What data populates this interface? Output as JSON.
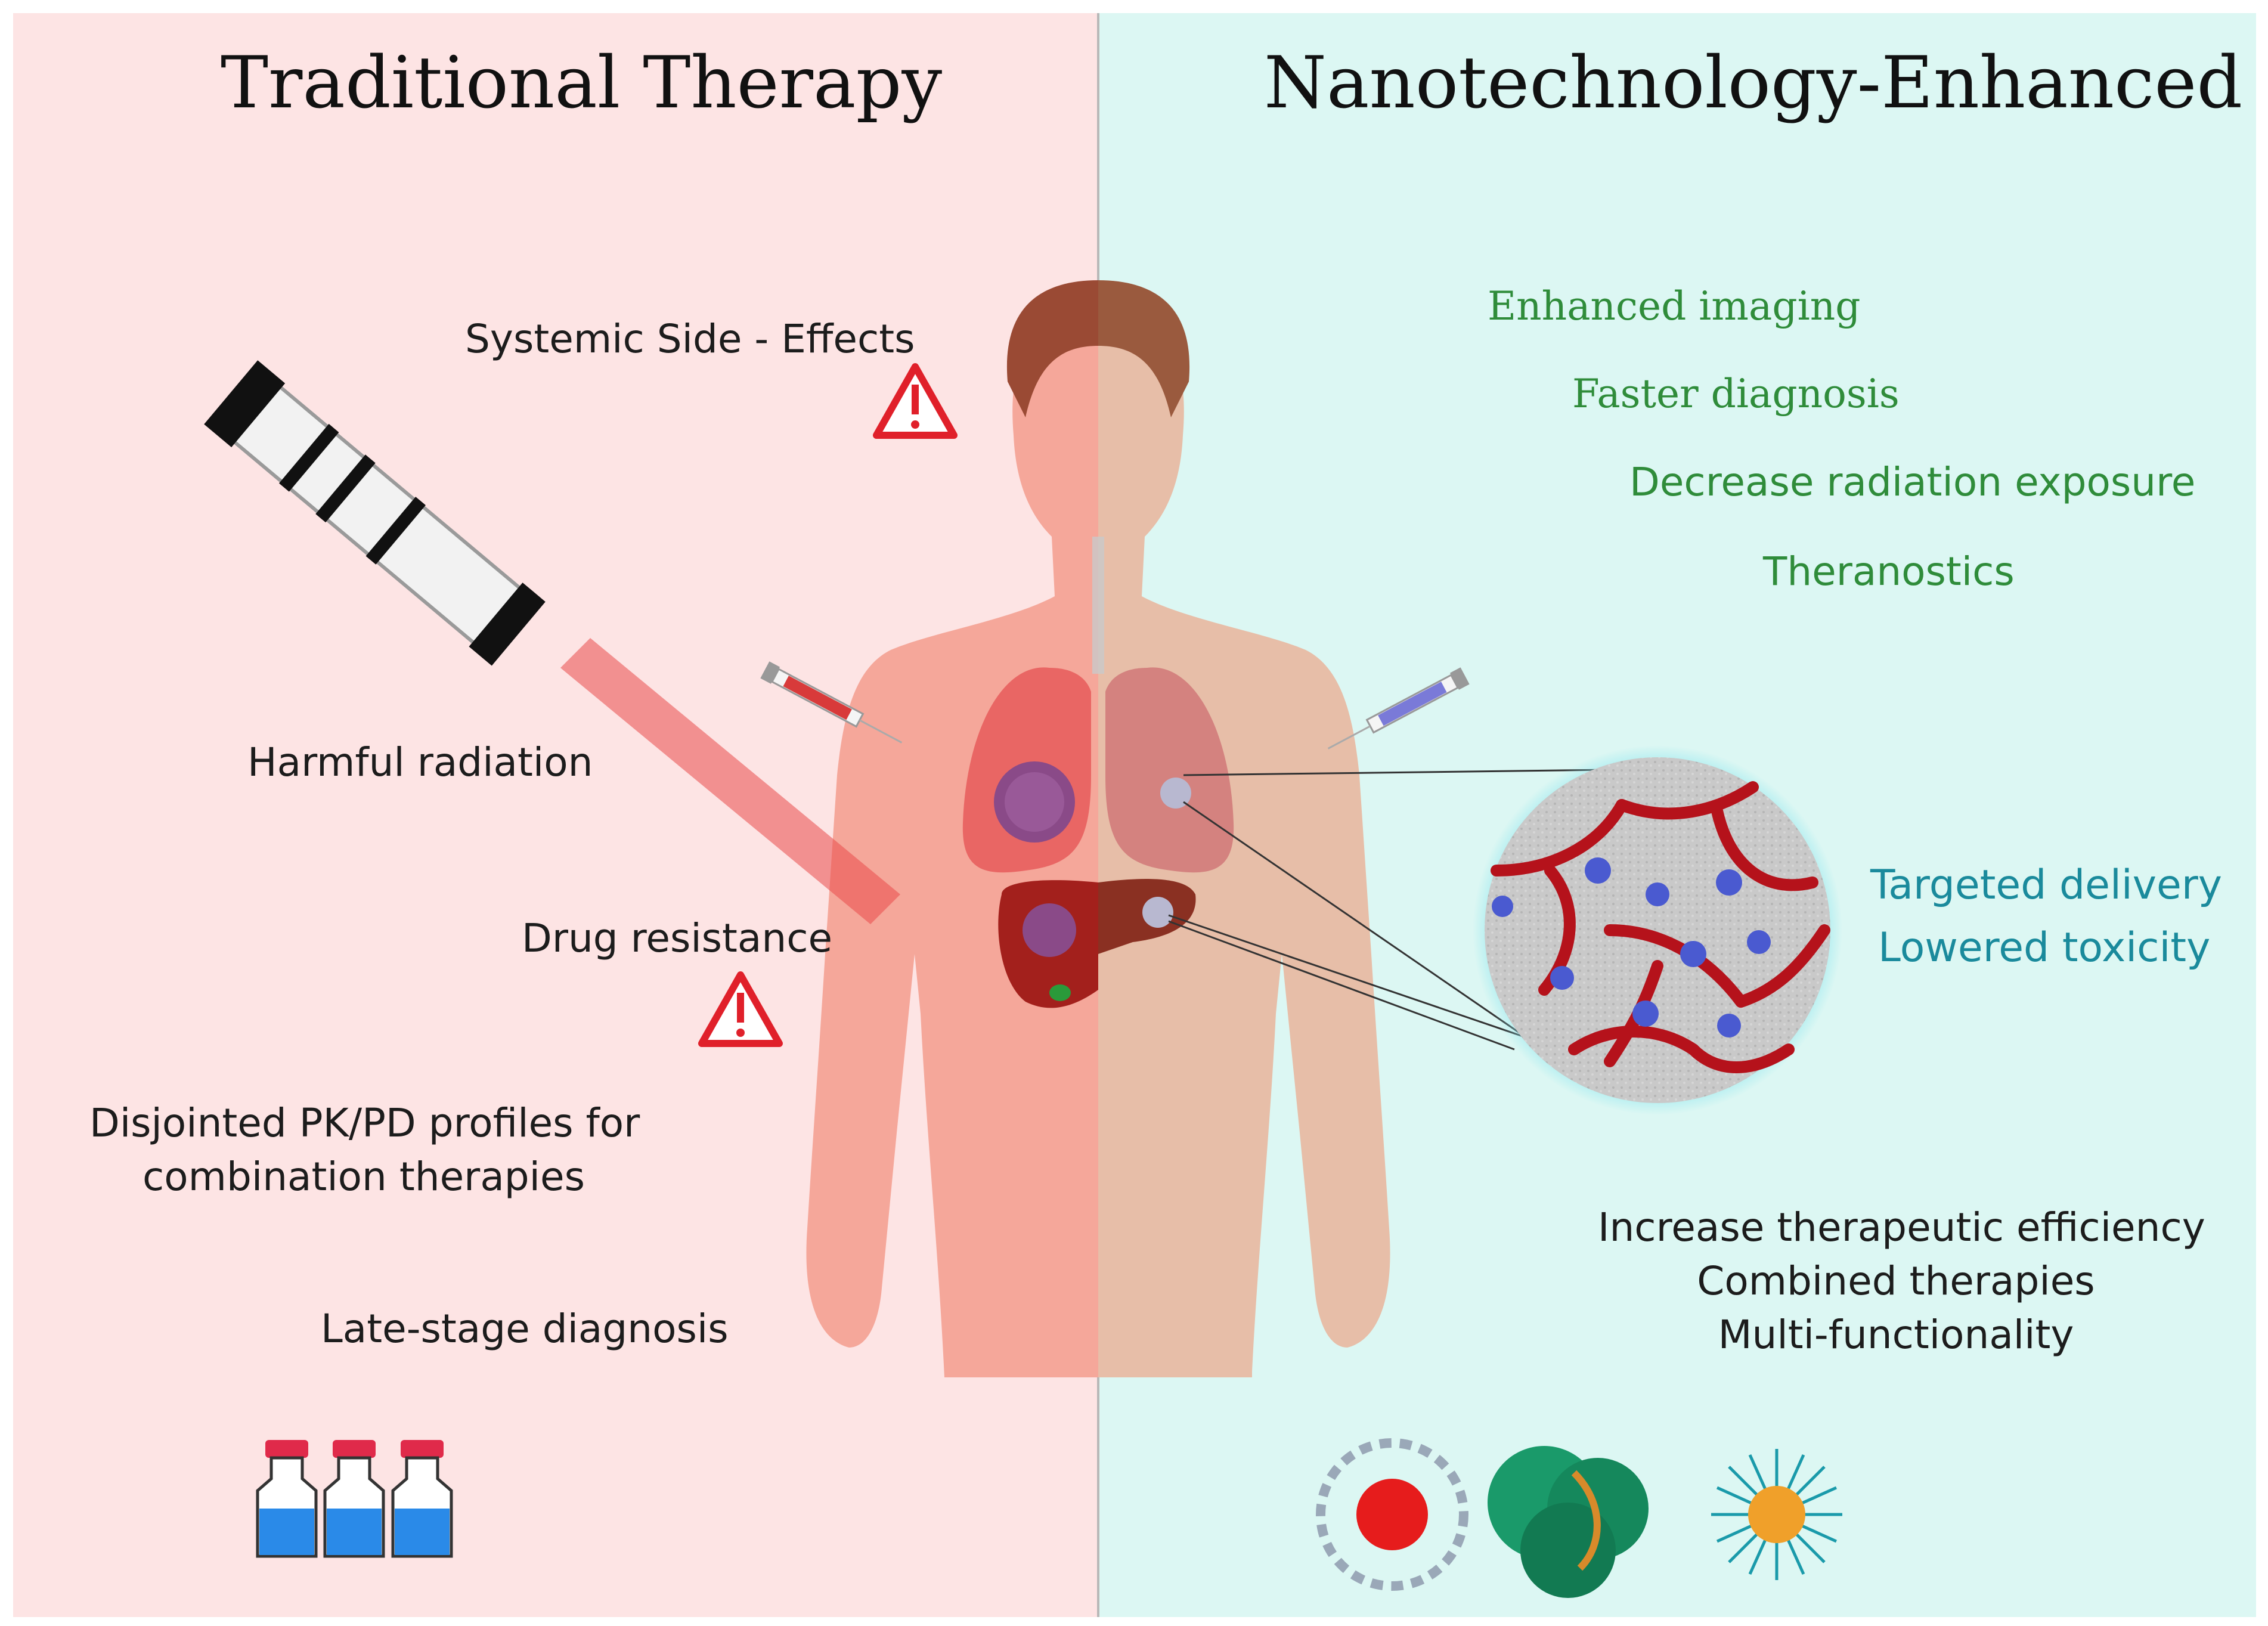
{
  "left": {
    "title": "Traditional Therapy",
    "labels": {
      "systemic": "Systemic Side - Effects",
      "radiation": "Harmful radiation",
      "resistance": "Drug resistance",
      "pkpd_line1": "Disjointed PK/PD profiles for",
      "pkpd_line2": "combination therapies",
      "late": "Late-stage diagnosis"
    }
  },
  "right": {
    "title": "Nanotechnology-Enhanced",
    "labels": {
      "imaging": "Enhanced imaging",
      "diagnosis": "Faster diagnosis",
      "radiation": "Decrease radiation exposure",
      "theranostics": "Theranostics",
      "targeted": "Targeted delivery",
      "toxicity": "Lowered toxicity",
      "efficiency": "Increase therapeutic efficiency",
      "combined": "Combined therapies",
      "multi": "Multi-functionality"
    }
  },
  "colors": {
    "left_bg": "#fde4e4",
    "right_bg": "#dcf7f3",
    "green_text": "#2f8c3a",
    "teal_text": "#1a8a9c",
    "warning_red": "#e0202a"
  },
  "icons": [
    "warning-icon",
    "syringe-icon",
    "radiation-device-icon",
    "vial-icon",
    "nanoparticle-icon",
    "body-silhouette",
    "tumor-zoom-circle"
  ]
}
